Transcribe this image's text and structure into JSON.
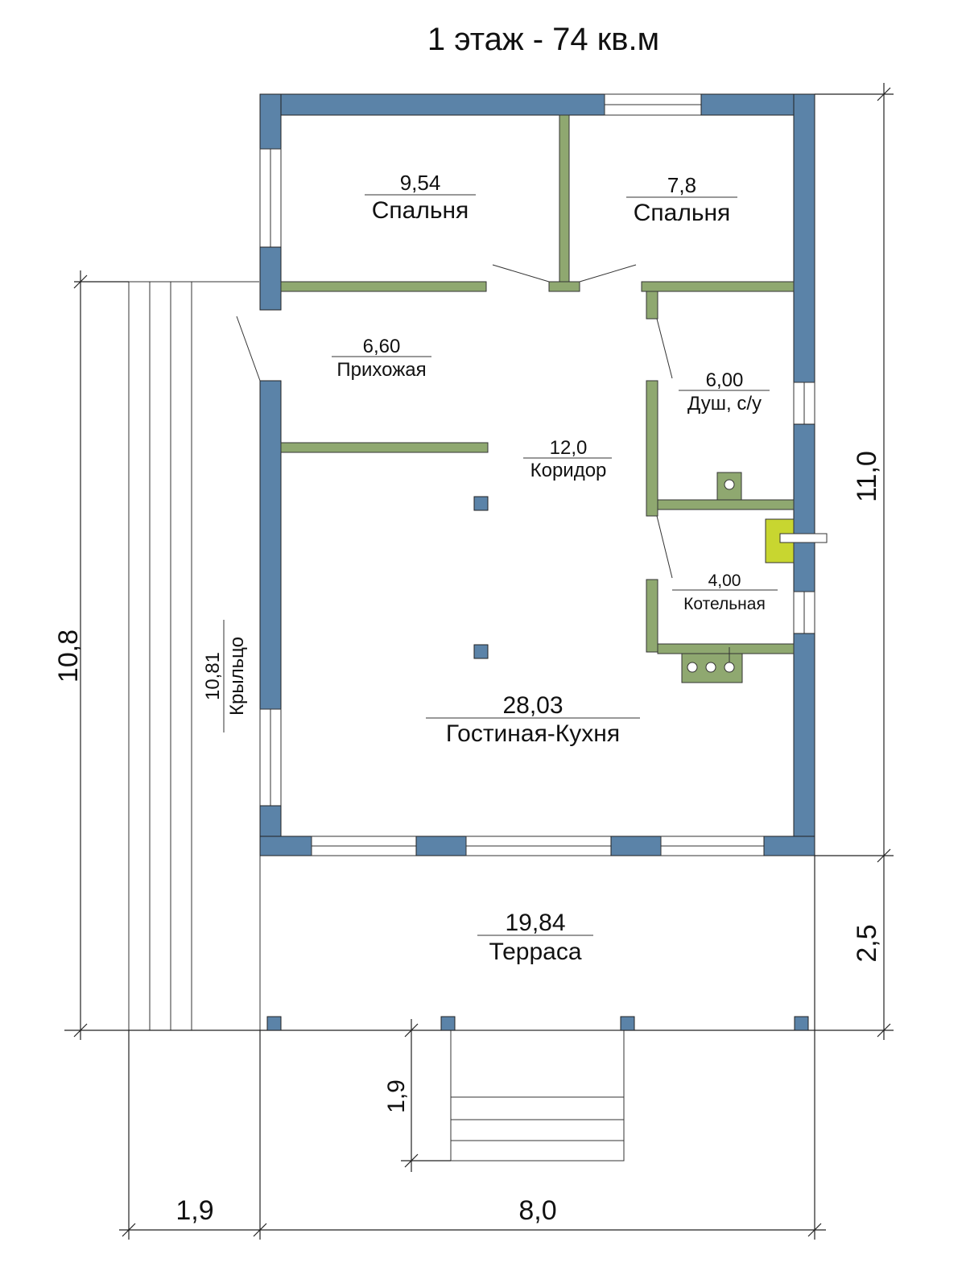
{
  "title": "1 этаж - 74 кв.м",
  "colors": {
    "exterior_wall": "#5b83a8",
    "interior_wall": "#8fa870",
    "boiler": "#c8d630",
    "line": "#222222"
  },
  "rooms": {
    "bedroom1": {
      "area": "9,54",
      "name": "Спальня"
    },
    "bedroom2": {
      "area": "7,8",
      "name": "Спальня"
    },
    "hallway": {
      "area": "6,60",
      "name": "Прихожая"
    },
    "shower": {
      "area": "6,00",
      "name": "Душ, с/у"
    },
    "corridor": {
      "area": "12,0",
      "name": "Коридор"
    },
    "boiler_room": {
      "area": "4,00",
      "name": "Котельная"
    },
    "living_kitchen": {
      "area": "28,03",
      "name": "Гостиная-Кухня"
    },
    "terrace": {
      "area": "19,84",
      "name": "Терраса"
    },
    "porch": {
      "area": "10,81",
      "name": "Крыльцо"
    }
  },
  "dimensions": {
    "left_total": "10,8",
    "right_house": "11,0",
    "right_terrace": "2,5",
    "steps": "1,9",
    "bottom_porch": "1,9",
    "bottom_house": "8,0"
  }
}
